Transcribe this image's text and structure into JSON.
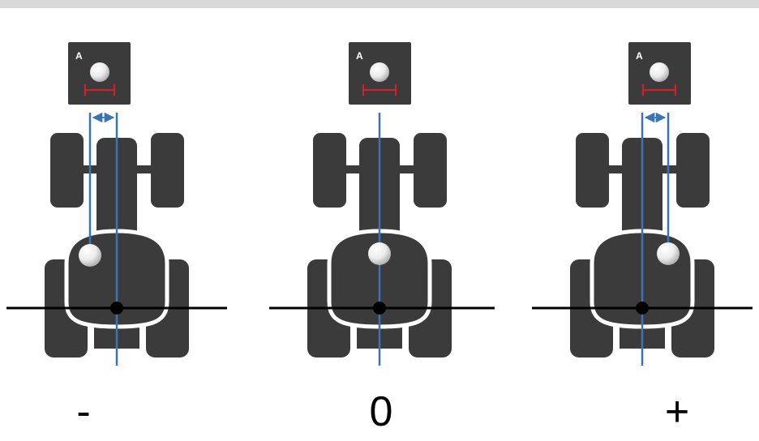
{
  "colors": {
    "top_bar": "#d9d9d9",
    "tractor_body": "#3c3b3c",
    "offset_line": "#3a74b4",
    "icon_background": "#3c3b3c",
    "icon_bracket": "#cc2228",
    "ground_line": "#000000"
  },
  "panels": [
    {
      "id": "negative",
      "caption": "-",
      "icon_letter": "A",
      "offset": "negative"
    },
    {
      "id": "zero",
      "caption": "0",
      "icon_letter": "A",
      "offset": "zero"
    },
    {
      "id": "positive",
      "caption": "+",
      "icon_letter": "A",
      "offset": "positive"
    }
  ]
}
